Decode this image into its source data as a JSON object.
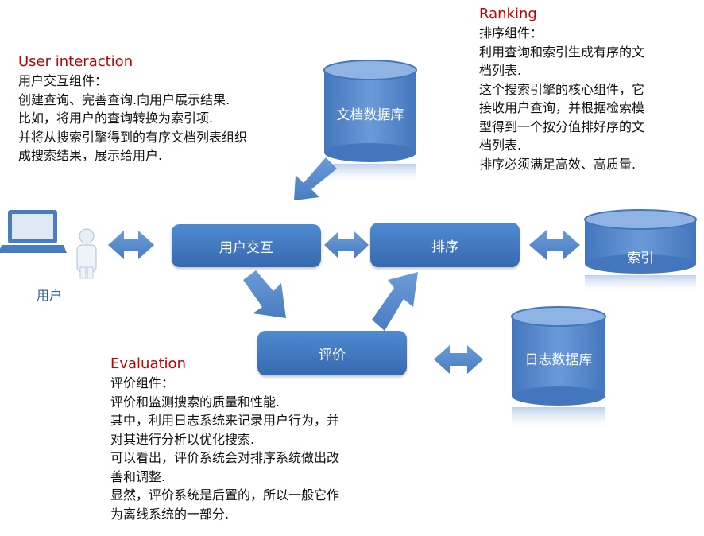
{
  "user_interaction": {
    "heading": "User interaction",
    "lines": [
      "用户交互组件：",
      "创建查询、完善查询.向用户展示结果.",
      "比如，将用户的查询转换为索引项.",
      "并将从搜索引擎得到的有序文档列表组织",
      "成搜索结果，展示给用户."
    ]
  },
  "ranking": {
    "heading": "Ranking",
    "lines": [
      "排序组件：",
      "利用查询和索引生成有序的文",
      "档列表.",
      "这个搜索引擎的核心组件，它",
      "接收用户查询，并根据检索模",
      "型得到一个按分值排好序的文",
      "档列表.",
      "排序必须满足高效、高质量."
    ]
  },
  "evaluation": {
    "heading": "Evaluation",
    "lines": [
      "评价组件：",
      "评价和监测搜索的质量和性能.",
      "其中，利用日志系统来记录用户行为，并",
      "对其进行分析以优化搜索.",
      "可以看出，评价系统会对排序系统做出改",
      "善和调整.",
      "显然，评价系统是后置的，所以一般它作",
      "为离线系统的一部分."
    ]
  },
  "nodes": {
    "user": "用户",
    "user_interaction": "用户交互",
    "ranking": "排序",
    "evaluation": "评价",
    "doc_db": "文档数据库",
    "index": "索引",
    "log_db": "日志数据库"
  },
  "colors": {
    "box_fill": "#4a7fc4",
    "arrow_fill": "#5b8fd0",
    "heading": "#c00000"
  }
}
